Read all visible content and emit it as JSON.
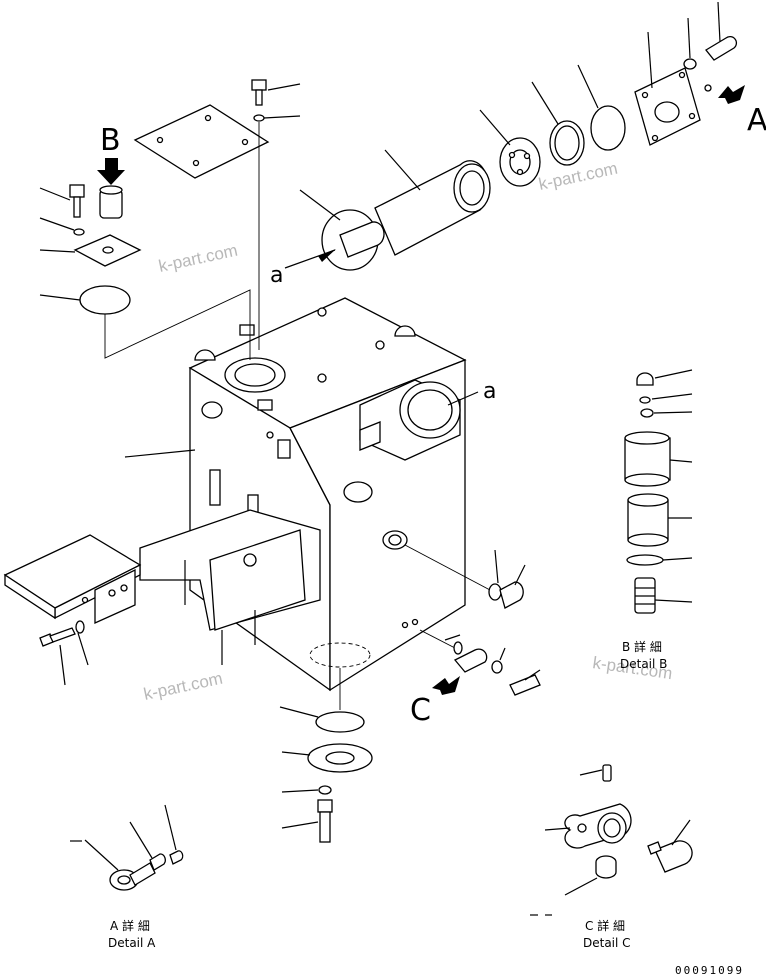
{
  "callouts": {
    "view_a": "A",
    "view_b": "B",
    "view_c": "C",
    "ref_a_top": "a",
    "ref_a_tank": "a"
  },
  "details": {
    "detail_b": {
      "jp": "B 詳 細",
      "en": "Detail B"
    },
    "detail_a": {
      "jp": "A 詳 細",
      "en": "Detail A"
    },
    "detail_c": {
      "jp": "C 詳 細",
      "en": "Detail C"
    }
  },
  "watermarks": [
    "k-part.com",
    "k-part.com",
    "k-part.com",
    "k-part.com"
  ],
  "drawing_code": "00091099"
}
